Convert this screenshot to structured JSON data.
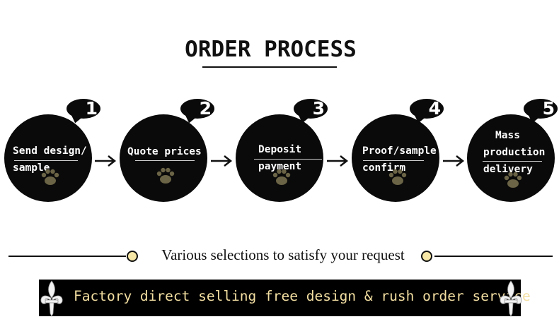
{
  "title": "ORDER PROCESS",
  "steps": [
    {
      "number": "1",
      "lines": [
        "Send design/",
        "sample"
      ]
    },
    {
      "number": "2",
      "lines": [
        "Quote prices"
      ]
    },
    {
      "number": "3",
      "lines": [
        "Deposit",
        "payment"
      ]
    },
    {
      "number": "4",
      "lines": [
        "Proof/sample",
        "confirm"
      ]
    },
    {
      "number": "5",
      "lines": [
        "Mass",
        "production",
        "delivery"
      ]
    }
  ],
  "tagline": "Various selections to satisfy your request",
  "banner": "Factory direct selling free design & rush order service",
  "colors": {
    "circle": "#0a0a0a",
    "banner_text": "#f3dfa2",
    "dot": "#f6e7a6",
    "paw": "#6b6446"
  },
  "icons": [
    "paw-icon",
    "arrow-right-icon",
    "fleur-de-lis-icon"
  ]
}
